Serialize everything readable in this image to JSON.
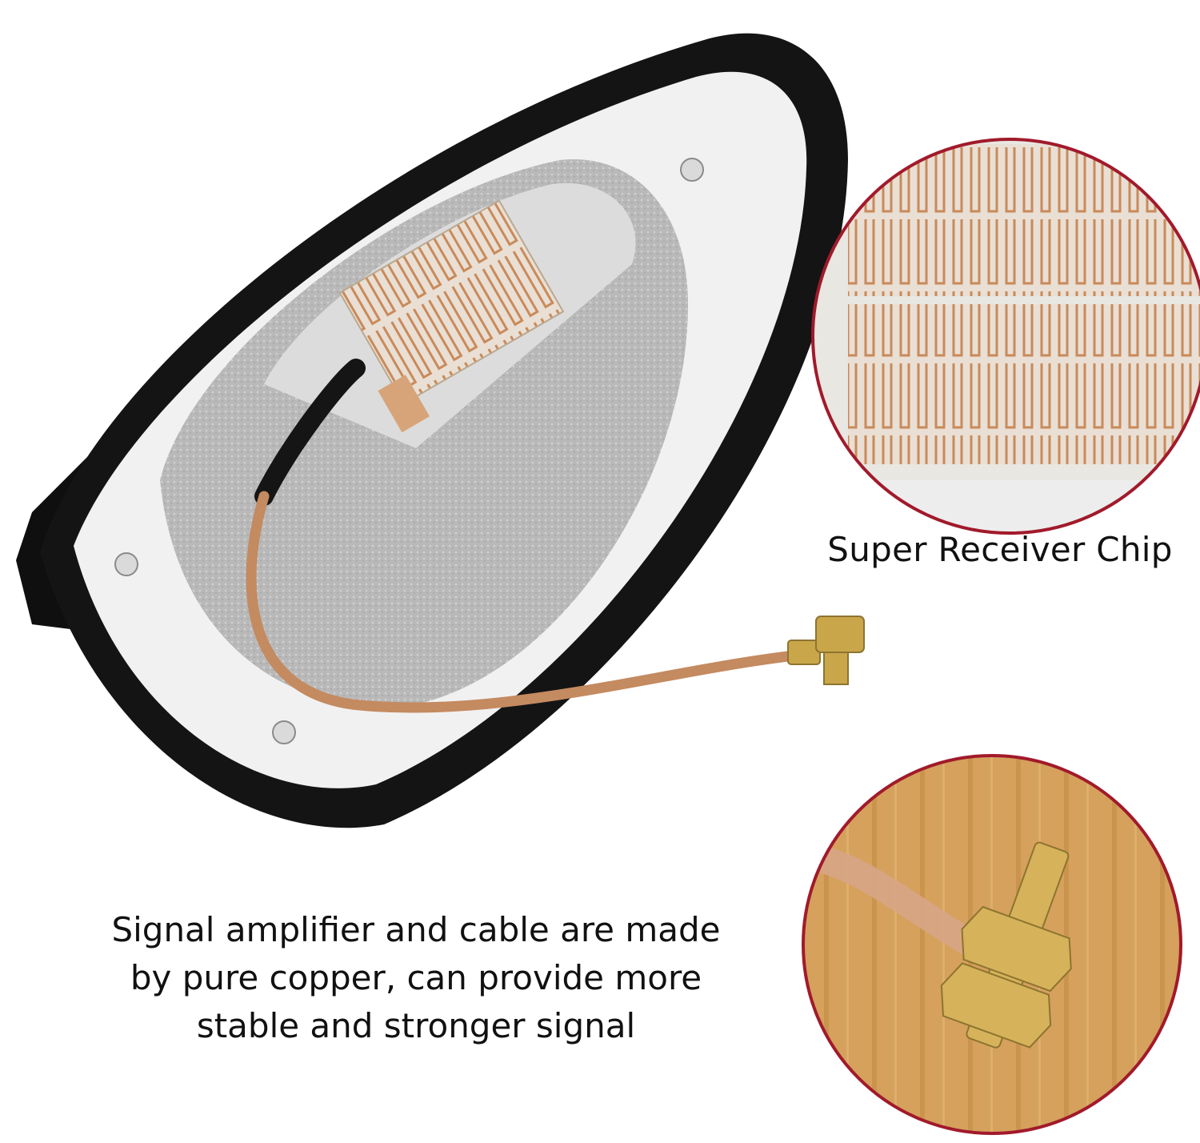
{
  "colors": {
    "accent_ring": "#a11a2b",
    "copper": "#c98a5a",
    "housing": "#141414",
    "base_plate": "#f1f1f1",
    "wood": "#d19a55",
    "brass": "#c9a64a"
  },
  "images": {
    "antenna": "shark-fin-antenna-base-with-copper-cable",
    "chip_zoom": "receiver-chip-closeup",
    "connector_zoom": "brass-bolt-connector-closeup"
  },
  "captions": {
    "chip": "Super Receiver Chip",
    "main_lines": [
      "Signal amplifier and cable are made",
      "by pure copper, can provide more",
      "stable and stronger signal"
    ]
  }
}
